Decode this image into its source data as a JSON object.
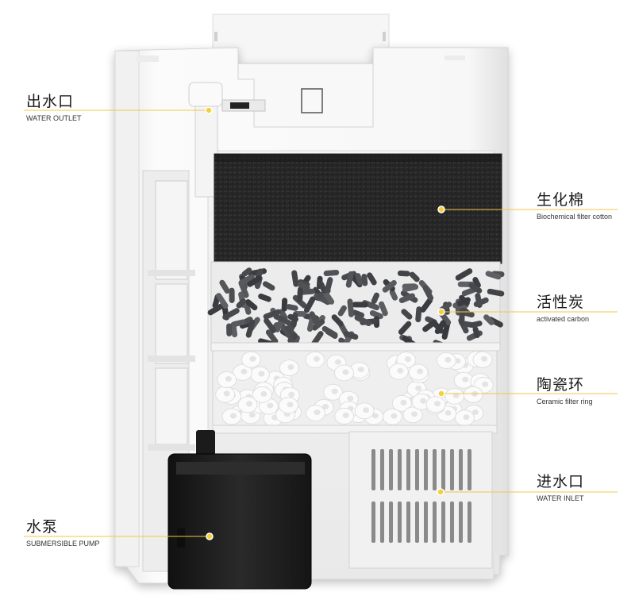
{
  "callouts": [
    {
      "key": "water_outlet",
      "zh": "出水口",
      "en": "WATER OUTLET"
    },
    {
      "key": "biochemical_cotton",
      "zh": "生化棉",
      "en": "Biochemical filter cotton"
    },
    {
      "key": "activated_carbon",
      "zh": "活性炭",
      "en": "activated carbon"
    },
    {
      "key": "ceramic_ring",
      "zh": "陶瓷环",
      "en": "Ceramic filter ring"
    },
    {
      "key": "water_inlet",
      "zh": "进水口",
      "en": "WATER INLET"
    },
    {
      "key": "submersible_pump",
      "zh": "水泵",
      "en": "SUBMERSIBLE PUMP"
    }
  ],
  "colors": {
    "leader_line": "#f2c744",
    "leader_dot": "#f5cf3c",
    "housing": "#f2f2f2",
    "sponge": "#2a2a2a",
    "carbon": "#4a4c50",
    "ceramic": "#f7f7f7",
    "pump": "#1c1c1c"
  }
}
